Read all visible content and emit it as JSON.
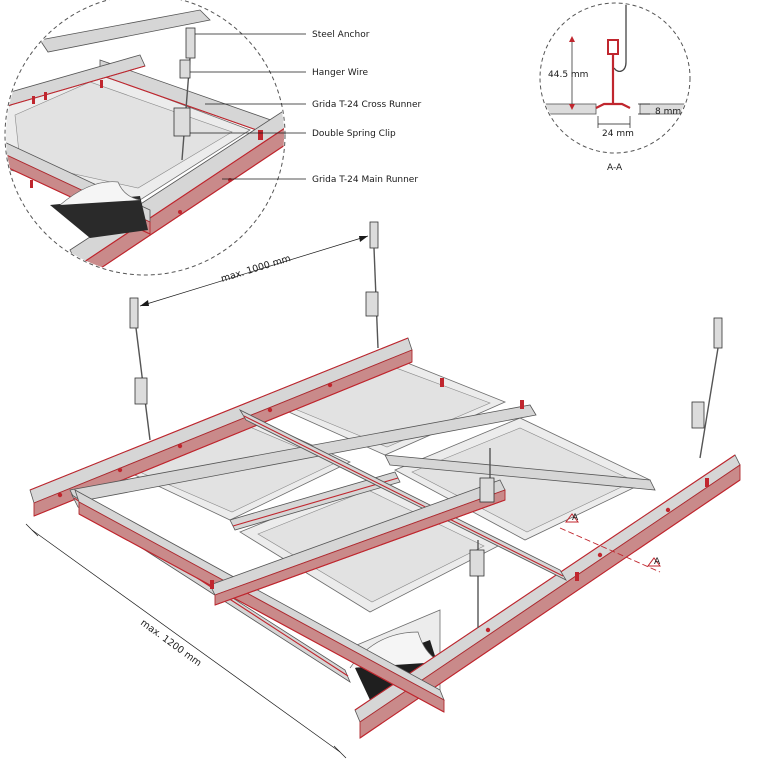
{
  "callouts": {
    "steel_anchor": "Steel Anchor",
    "hanger_wire": "Hanger Wire",
    "cross_runner": "Grida T-24 Cross Runner",
    "spring_clip": "Double Spring Clip",
    "main_runner": "Grida T-24 Main Runner"
  },
  "section": {
    "height": "44.5 mm",
    "width": "24 mm",
    "depth": "8 mm",
    "caption": "A-A",
    "marker": "A"
  },
  "dimensions": {
    "hanger_spacing": "max. 1000 mm",
    "runner_spacing": "max. 1200 mm"
  },
  "colors": {
    "accent": "#c0262e",
    "metal": "#d6d6d6",
    "panel": "#ececec"
  }
}
